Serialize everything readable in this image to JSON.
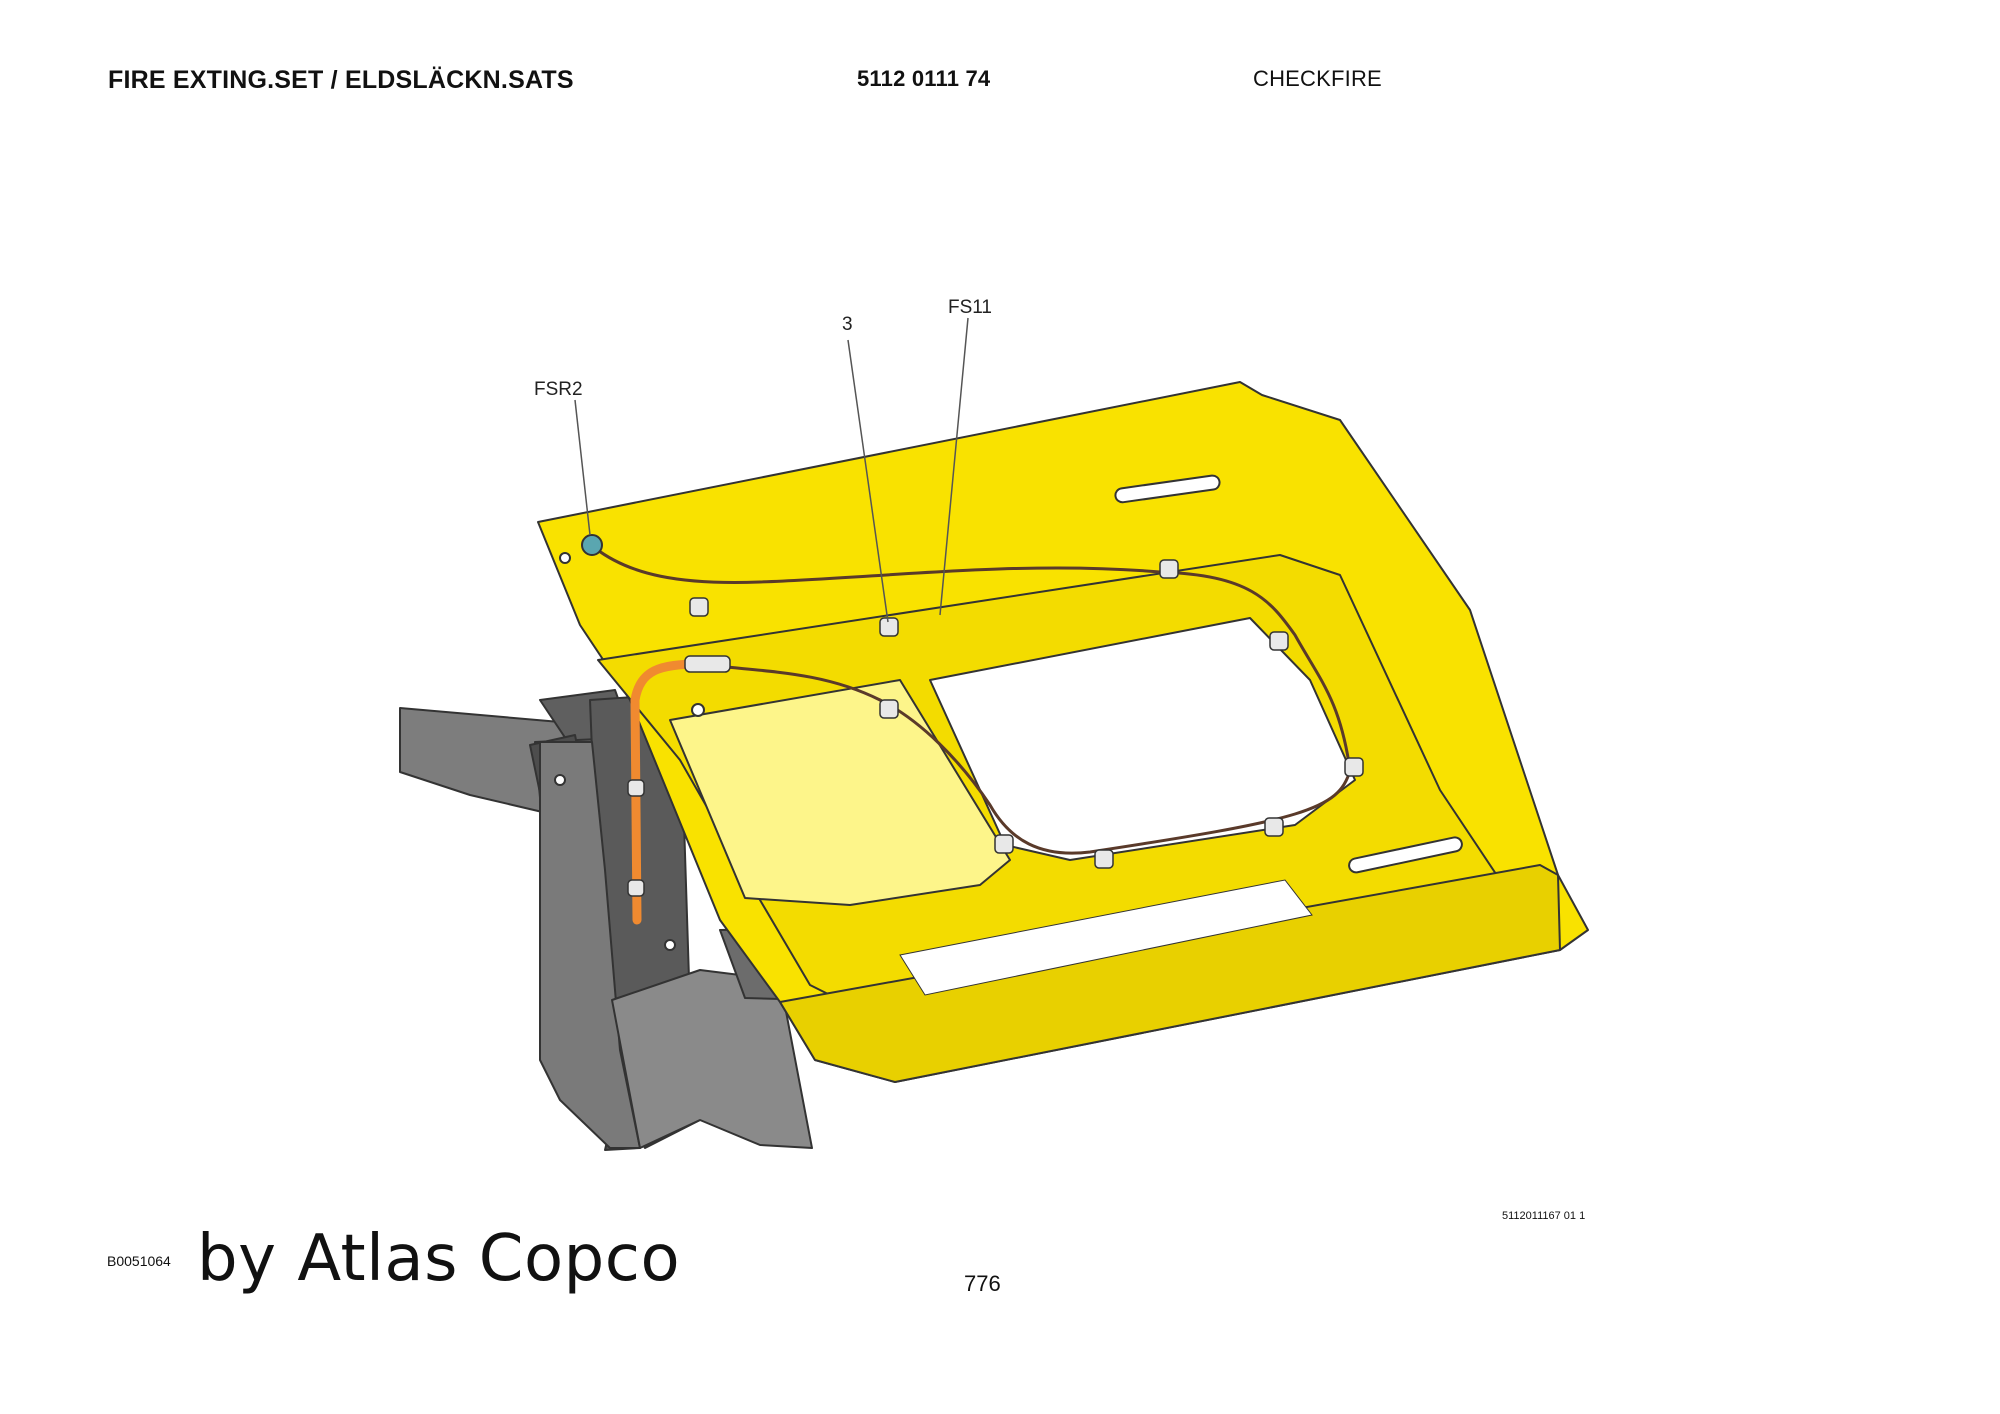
{
  "header": {
    "title": "FIRE EXTING.SET / ELDSLÄCKN.SATS",
    "part_number": "5112 0111 74",
    "system": "CHECKFIRE"
  },
  "callouts": {
    "fsr2": "FSR2",
    "item3": "3",
    "fs11": "FS11"
  },
  "footer": {
    "figure_code": "B0051064",
    "brand": "by Atlas Copco",
    "page_number": "776",
    "drawing_number": "5112011167 01 1"
  },
  "colors": {
    "panel_yellow": "#f9e200",
    "panel_light_yellow": "#fdf58a",
    "bracket_gray": "#6e6e6e",
    "hose_orange": "#f08a30",
    "outline": "#333333"
  }
}
